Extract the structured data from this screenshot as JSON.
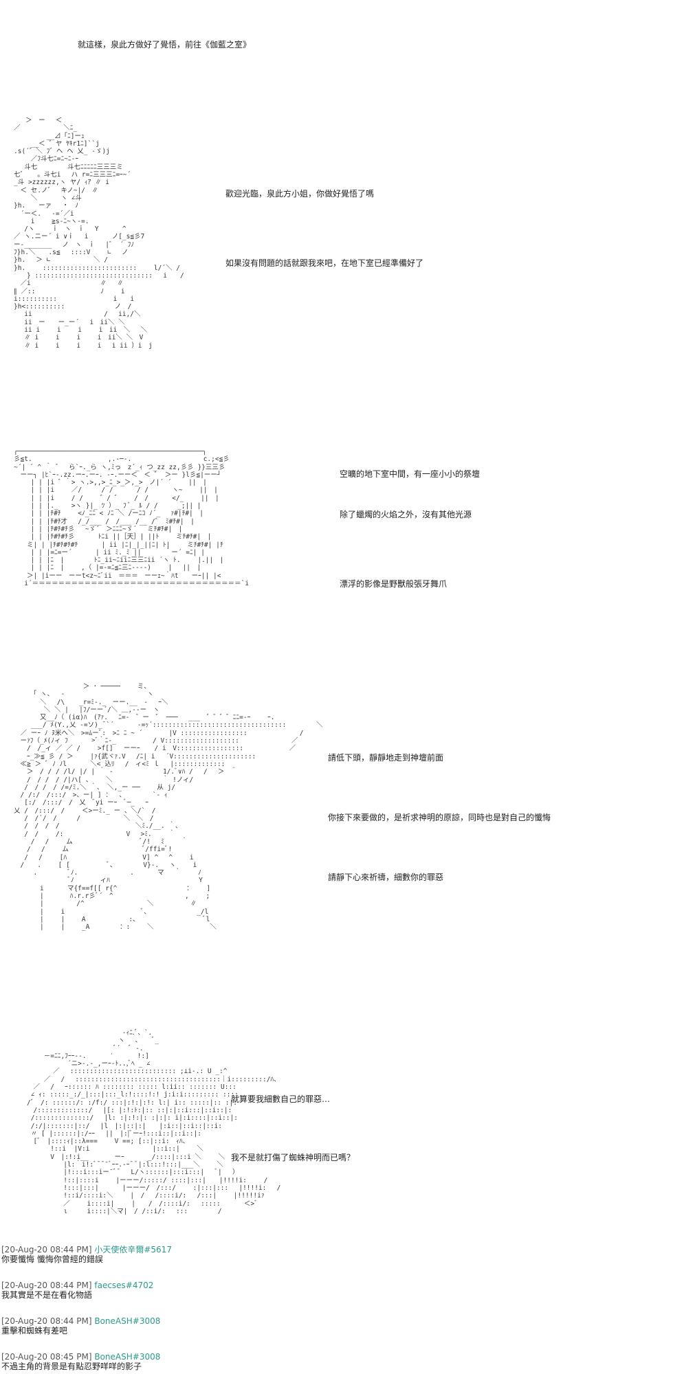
{
  "narration": {
    "intro": "就這樣，泉此方做好了覺悟，前往《伽藍之室》",
    "welcome": "歡迎光臨，泉此方小姐，你做好覺悟了嗎",
    "basement_ready": "如果沒有問題的話就跟我來吧，在地下室已經準備好了",
    "altar": "空曠的地下室中間，有一座小小的祭壇",
    "no_light": "除了蠟燭的火焰之外，沒有其他光源",
    "shadows": "漂浮的影像是野獸般張牙舞爪",
    "kneel": "請低下頭，靜靜地走到神壇前面",
    "pray": "你接下來要做的，是祈求神明的原諒，同時也是對自己的懺悔",
    "count_sins": "請靜下心來祈禱，細數你的罪惡",
    "even_count": "就算要我細數自己的罪惡…",
    "hurt_god": "我不是就打傷了蜘蛛神明而已嗎？"
  },
  "art": {
    "figure1": "   ＞　ー　 ＜\n／　　　　　　 ＼ﾆ_\n　　　　　__⊿「ﾆ]ーｭ\n　　 __＜ ゛ヤ ﾔｷr1ﾆ]``j\n.s(´゛＼ ﾌ゛ヘ ヘ 乂_ -ゞ)j\n　　 ／ﾌ斗七ﾆ=ﾆ~ﾆ-ｰ\n　 斗七　　　　 斗七ﾆﾆﾆﾆﾆ三三三ミ\n七゛　 。斗七i　 ハ r=ﾆ三三三ﾆ=ｰ~´\n_斗 >zzzzzz,ヽ ヤ/ ｨｱ ∥ i\n　＜ セ.ノ゛　キノ~|/　∥\n　　 ＼　　　 ヽ ∠斗\n}h.　　ーァ　 ・　ﾉ\n　´ー＜.　 -=´／i\n　　 i　　 ≧s-ﾆ~ヽ-=.\n　 /ヽ　　 ｉ　ヽ　ｉ　 Y　　　 ^\n／ ヽ.ニー´ i ∨ｉ　 i　　　 ノ[_s≦彡7\nー-_______　 ノ　ヽ　ｉ　 |゛ ´ ﾌﾉ\nﾌ}h.＼　　.s≦　 ::::V　　 ∟　 ノ\n}h.　 ＞ ∟　　　　　　 ＼ /\n}h.　　 ::::::::::::::::::::::::　　 l/´＼ /\n　　} ::::::::::::::::::::::::::::::　 i　　/\n　／i　　　　　　　　　　 ∥　 ∥\n∥ ／::　　　　　　　　　　ﾉ　　 i\ni::::::::::　　　　　　　　 i　　i\n}h<::::::::::　　　　　　　 ノ　/\n　 ii　　　　　　　　　　　/　 ii,/＼\n　 ii　ー　　ー_ー´　 i　ii＼ ＼\n　 ii i　　 i　　 i　　 i　ii　＼　 ＼\n　 ∥ i　　 i　　 i　　 i　ii＼ ＼　V\n　 ∥ i　　 i　　 i　　 i　 i ii ）i　j",
    "altar": "┌───────────────────────────────────────────────┐\n彡≦t.　　　　　　　　　　　 ,.-─-.　　　　　　　　　　　c.;<≦彡\n~´| ´ ^ ｀ ゛　ら`ｰ._ら ヽ,ﾐっ　z´_ｨ つ_zz zz,彡彡 }}三三彡\n　ーー┐ |ﾋ`ｰ-.zz.ーｰ.ーｰ. -ｰ.ーー＜　＜ ゛ ＞ー }l彡≦|ーー┘\n　　 | | |i ゛｀> ヽ.>,,>_ﾆ_>_＞,_>　ノ|´ ´　　 ||　|\n　　 | | |i　　 ／/　　　/ /　　　 / /　　　 ヽ~　　 ||　|\n　　 | | |i　　 / /　　 ゛/ ゛　　/　/　　　 </_　　 ||　|\n　　 | | |._　　>ヽ }|_ ﾂ ）_ ﾌ ﾞ_ ﾙ / /　　　_;|| |\n　　 | | |ﾁ#ﾁ　　 <ﾉ_ﾆﾆ < ﾉﾆ ＼ /ーﾆｺ ﾉ´_　 ｧ#|ﾁ#|　|\n　　 | | |ﾁ#ﾁ才　 /_/___ /　/___ /__ /゛ ﾐ#ﾁ#|　|\n　　 | | |ﾁ#ﾁ#ﾁ彡　 ~ゞ´　＞ﾆﾆﾆ~ゞ´　 ミﾁ#ﾁ#|　|\n　　 | | |ﾁ#ﾁ#ﾁ彡　　　 ﾄﾆi ||［天］| ||ﾄ　　 ミﾁ#ﾁ#|　|\n　　ミ| | |ﾁ#ﾁ#ﾁ#ﾁ　　　 | ii |ﾆ|_|_||ﾆ| ﾄ|　　 ミﾁ#ﾁ#| |ﾁ\n　　 | | |=ﾆ=ー´　　　 | ii ﾐ._ﾐ ||　　　 ｀ー´ =ﾆ| |\n　　 | | |ﾆ　|　　　　 ﾄﾆ_ii~ﾆiiﾆ三三ﾆii ´ヽ ﾄ.　　 |.||　|\n　　 | | |ﾆ　|　　 ,（ |=-=ﾆ≦ﾆ三ﾆ---‐)　　 |　 ||　|\n　　＞| |iーー　ーーt<z~ﾆﾞii　＝＝＝　ーーｪ~｀ﾊt　　ーｰ|| |<\n　 i´＝＝＝＝＝＝＝＝＝＝＝＝＝＝＝＝＝＝＝＝＝＝＝＝＝＝＝＝＝＝＝＝`i",
    "figure2": "　　　　　　　　　　 ＞ ･ ─────　　 ミ、\n　　　「 ヽ、　 ‐　　　　　　　　　　　　 ヽ\n　　　　＼　 /\\ 　 _r=ﾐ-._　ーー.__　-　 ｰ＼\n　　　　 ＼ ＼ |　 |ﾌ/ーー´/＼ ＿,--ー　ヽ\n　　　　又__ﾉ（ (iα)ﾊ　(ｱｧ.　 ﾆ=-　゛ー　゛ ─── 　___　゛゛゛゛ﾆﾆ=-ｰ　　 ｰ.\n　　 ___/ ﾒ(Y.,乂 -=ソ)_¯`´　　　 -=ｯ´::::::::::::::::::::::::::::::::::　　　　 ＼\n　／ ーｰ ﾉ ﾇ米へ＼　>=ﾑーﾞ:　>ﾆ ﾆ ~ ´　　　　|V :::::::::::::::::　　　　　　　　/\n　ーｧﾌ（_ﾒ(ﾉィ ﾌ　　　 >ﾞ｀ﾆ-_　　　　　 / V:::::::::::::::::::　　　　　　　　／\n　　/　/_ィ ／ ／ /　　 >f[]　 ーーｰ 　 / i　V:::::::::::::::::　　　　　　　／\n　　ｰ_≫≦ 彡 / ＞　　 |ｧ{武ヾｧ.V　 /ﾆ| i　 ´V:::::::::::::::::::::\n　≪≧ ＞ ﾞ ﾉ ﾉl　　　 ＼< 込ﾘ　 /　ィ<ﾐ ｌ　 |:::::::::::::\n　　＞　/ / / /l/ |/ | ｀ -　　　　　　　 1/.ﾞ∨ﾊ /　 /　 ＞　｀\n　　/　/ /　/ /|ハ[ 、　　 ＼　　　　　　　 ｀ !ノィ/\n　 /　/ /　/ /=/ﾐ.＼ ｀、 ＼,_ー ──　　 从 j/\n　/ /:/　/:::/　>、ー| ] ：　 、　　　　 `- ｨ\n　 [:/　/:::/　/　乂　ﾞyi ーｰ　ﾞ─_　 ｰ\n乂 /　/:::/　/　　 ＜>ーﾐ._ ー 、＼/`　/\n　 /　/´/　/　　　/　　　　　　 ＼　＼　/\n　 /　/　/　/　　　　　　　　　　　 ＼ﾐ./__. ｀、\n　 /　/　　 /:　　　　　　　　　 V　 >ﾐ.　　 ｀\n　　 /　 /　　 ム　　　　　　　　　　 ﾞ/! 　ﾐ　　 ｀\n　　/　 /　　 ム　　　　　　　　　　　 ﾞ/ffi=ﾞ!\n　 /　 /　　 [ﾊ　　　　　　　　　　　 V] ^ 　^　　 i\n　/　　.　　 [ [　　　　　 ﾞ、　　　　 V}-.　 ヽ　　 i\n　　　.　　　　 ﾞﾉ.　　　　　　　　.　　　 マ　 ｀　　 ﾉ\n　　　　　　　　 ﾞﾉ　　　　ィﾊ　　　　　　　　　　　　　 Y\n　　　　i　　　 マ{f==f[[ r{^　　　　　　　　　　 ：　　 ]\n　　　　|　　　　ﾊ.r.r彡ﾞ´　^　　　　　　　　　　　,　　 ;\n　　　　|　　　　　/^　　　　　　　　　 ＼　　　　　 ∥\n　　　　|　　 i　　　　　　　　　　　 ﾞ、　　　　　　　 _/l\n　　　　|　　 |　　 A　　　　　　 :、　　　　　　　　　　 ﾞl\n　　　　|　　 |　　 _A　　　　 ：:　　 ＼　　　　　　　　 ＼",
    "figure3": "　　　　　　　　　　　　　　　　 -ｨﾆ.ﾞ、`.\n　　　　　　　　　　　　　　　　ヽ　 ､　　ﾞ_\n　　　　　　　　　　　　　　　 ﾞ´　 ﾞ -.\n　　　　 －=ﾆﾆ,ﾌｰｰ‐-.　　　 ′　　　 !:]\n　　　　 　　　 ´ニ>-.‐_,ーｰ-ﾄ..,ﾞﾍ _ ∠\n　　　　　　／　 ::::::::::::::::::::::::::: ;⊥i-.: U _:^\n　　　　 ／　 /　 :::::::::::::::::::::::::::::::::::::｜i:::::::::/ﾊ、\n　　　／　 /　 ｰ:::::: ﾊ :::::::: ::::: l:ii:: ::::::: U:::\n　　 ∠ ｨ: :::::_:/_|:::|:::_l:!::::!:! j:i:i::::::::: ::::\n　　/ﾞ　/: ::::::/: :/f:/ :::|:!:|:!: l:| i:: :::::|:: :|:\n　　　/:::::::::::::/　 |[: |:!:ﾄ:|:: ::|:|::i:::|::i::|:\n　　 /::::::::::::::/　 |l: :|:!:|: :|:|: i|:i::::|::i::|:\n　　 /:/|:::::::|::/　 |l　|:|::|:|　　|:i::|::i::|::i:\n　　 〃 [ |::::::|:/ｰｰ　 ||　|:|ﾞーｰ!:::i::|::i::|:\n　　　[ﾞ　|::::ｨ|::λ===　　 V ==; [::|::i:　ｨﾊ、\n　　　　　 !::i  |V:i　　　　　　　　　 |::i::|　　 ＼\n　　　　　 V　|:!:i__　　　　ーｰ　　　 _/::::|:::i ＼　　 ＼\n　　　　　　　 |l:｀i!:ﾞ¯¯¯ﾞｰｰ.-ｰ¯ ﾞ|:l:::!:::|___＼　　 ＼\n　　　　　　　 |!:::i:::iー¯ﾞ¯　 L/ヽ::::::|:::i:::|　 ﾞ|　 ）\n　　　　　　　 !::|::::i　　 |ーーー/:::::/ ::::|:::|　　|!!!!i:　　 /\n　　　　　　　 !:::|:::|　　　 |ーーー/　/:::/　　 :|:::|:::　 |!!!!i:　 /\n　　　　　　　 !::i/::::i:＼　　 |　/　 /::::i/:　 /:::|　　 |!!!!!iｧ\n　　　　　　　 ／　　 i::::i|　　 |　　/　/::::i/:　 :::::　　　 ＜>ﾞ\n　　　　　　　 ι　　　i::::|＼マ|　/ /::i/:　 :::　　　　 /"
  },
  "chat": [
    {
      "time": "[20-Aug-20 08:44 PM]",
      "user": "小天使依辛爾#5617",
      "message": "你要懺悔 懺悔你曾經的錯誤"
    },
    {
      "time": "[20-Aug-20 08:44 PM]",
      "user": "faecses#4702",
      "message": "我其實是不是在看化物語"
    },
    {
      "time": "[20-Aug-20 08:44 PM]",
      "user": "BoneASH#3008",
      "message": "重擊和蜘蛛有差吧"
    },
    {
      "time": "[20-Aug-20 08:45 PM]",
      "user": "BoneASH#3008",
      "message": "不過主角的背景是有點忍野咩咩的影子"
    }
  ]
}
